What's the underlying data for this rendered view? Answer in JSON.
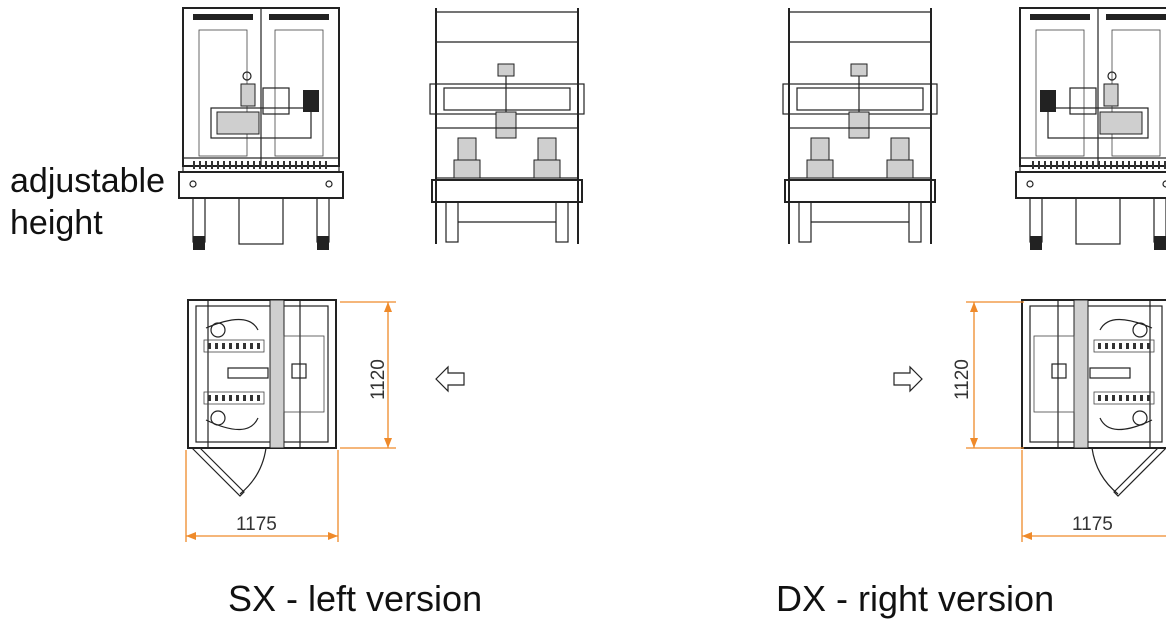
{
  "side_note": {
    "line1": "adjustable",
    "line2": "height"
  },
  "left_version": {
    "caption": "SX - left version",
    "dimension_height": "1120",
    "dimension_width": "1175",
    "arrow": "arrow-left"
  },
  "right_version": {
    "caption": "DX - right version",
    "dimension_height": "1120",
    "dimension_width": "1175",
    "arrow": "arrow-right"
  },
  "colors": {
    "dimension": "#ef8a2a",
    "drawing": "#222222"
  }
}
